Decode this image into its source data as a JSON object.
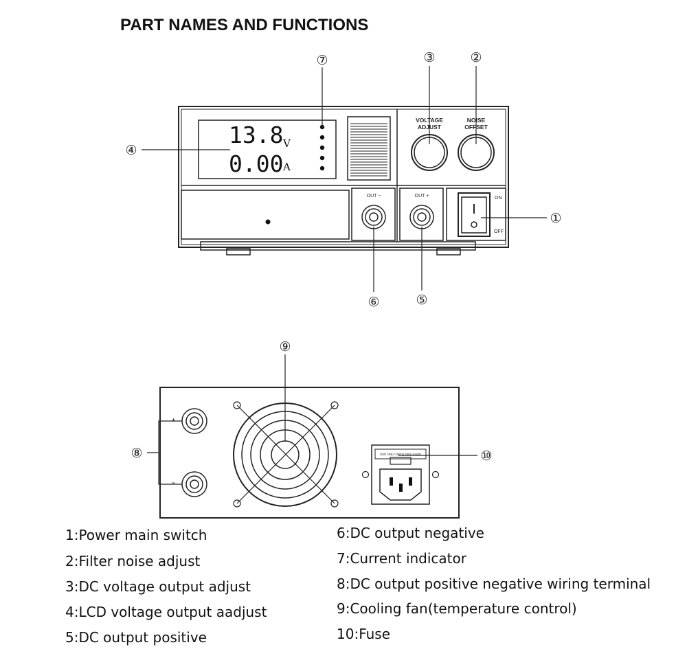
{
  "title": "PART NAMES AND FUNCTIONS",
  "callouts": {
    "c1": "①",
    "c2": "②",
    "c3": "③",
    "c4": "④",
    "c5": "⑤",
    "c6": "⑥",
    "c7": "⑦",
    "c8": "⑧",
    "c9": "⑨",
    "c10": "⑩"
  },
  "front_panel": {
    "lcd_voltage": "13.8",
    "lcd_voltage_unit": "V",
    "lcd_current": "0.00",
    "lcd_current_unit": "A",
    "voltage_adjust_label_1": "VOLTAGE",
    "voltage_adjust_label_2": "ADJUST",
    "noise_offset_label_1": "NOISE",
    "noise_offset_label_2": "OFFSET",
    "out_negative_label": "OUT −",
    "out_positive_label": "OUT +",
    "switch_on_label": "ON",
    "switch_off_label": "OFF"
  },
  "rear_panel": {
    "terminal_plus": "+",
    "terminal_minus": "−",
    "fuse_label": "USE ONLY WITH 250V FUSE"
  },
  "legend_left": [
    "1:Power main switch",
    "2:Filter noise adjust",
    "3:DC voltage output adjust",
    "4:LCD voltage output aadjust",
    "5:DC output positive"
  ],
  "legend_right": [
    "6:DC output negative",
    "7:Current indicator",
    "8:DC output positive negative wiring terminal",
    "9:Cooling fan(temperature control)",
    "10:Fuse"
  ]
}
